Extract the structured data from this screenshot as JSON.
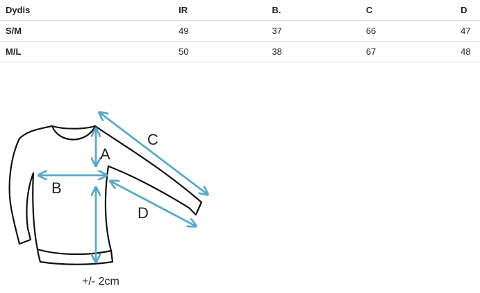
{
  "table": {
    "headers": [
      "Dydis",
      "IR",
      "B.",
      "C",
      "D"
    ],
    "rows": [
      [
        "S/M",
        "49",
        "37",
        "66",
        "47"
      ],
      [
        "M/L",
        "50",
        "38",
        "67",
        "48"
      ]
    ]
  },
  "diagram": {
    "labels": {
      "a": "A",
      "b": "B",
      "c": "C",
      "d": "D"
    },
    "tolerance": "+/- 2cm",
    "arrow_color": "#5aa9c9",
    "outline_color": "#111111"
  }
}
